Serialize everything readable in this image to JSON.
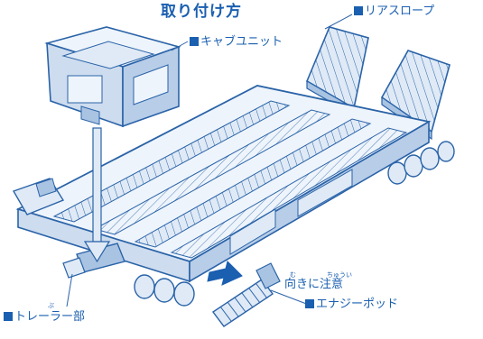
{
  "title": "取り付け方",
  "labels": {
    "rear_slope": "リアスロープ",
    "cab_unit": "キャブユニット",
    "trailer": "トレーラー部",
    "trailer_ruby": "ぶ",
    "energy_pod": "エナジーポッド",
    "caution": "向きに注意",
    "caution_ruby_1": "む",
    "caution_ruby_2": "ちゅうい"
  },
  "colors": {
    "accent": "#1a5fb0",
    "line": "#2a63a8",
    "fill": "#dfeaf6",
    "fill_dark": "#a9c3e2"
  }
}
